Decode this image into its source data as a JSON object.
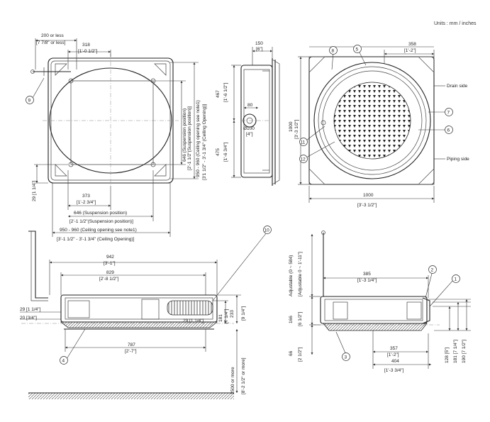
{
  "units_note": "Units : mm / inches",
  "dims": {
    "d200": "200 or less",
    "d200i": "[7 7/8\" or less]",
    "d318": "318",
    "d318i": "[1'-0 1/2\"]",
    "d150": "150",
    "d150i": "[6\"]",
    "d358": "358",
    "d358i": "[1'-2\"]",
    "d467": "467",
    "d467i": "[1'-6 1/2\"]",
    "d80": "80",
    "d100": "Ø100",
    "d100i": "[4\"]",
    "d475": "475",
    "d475i": "[1'-6 3/4\"]",
    "d1000v": "1000",
    "d1000vi": "[3'-3 1/2\"]",
    "d1000h": "1000",
    "d1000hi": "[3'-3 1/2\"]",
    "d646v": "646 (Suspension position)",
    "d646vi": "[2'-1 1/2\"(Suspension position)]",
    "d950v": "950 - 960 (Ceiling opening see note1)",
    "d950vi": "[3'1 1/2\" - 3'-1 3/4\" (Ceiling Opening)]",
    "d29a": "29 [1 1/4\"]",
    "d373": "373",
    "d373i": "[1'-2 3/4\"]",
    "d646h": "646 (Suspension position)",
    "d646hi": "[2'-1 1/2\"(Suspension position)]",
    "d950h": "950 - 960 (Ceiling opening see note1)",
    "d950hi": "[3'-1 1/2\" - 3'-1 3/4\" (Ceiling Opening)]",
    "d942": "942",
    "d942i": "[3'-1\"]",
    "d829": "829",
    "d829i": "[2'-8 1/2\"]",
    "d29b": "29 [1 1/4\"]",
    "d20": "20 [3/4\"]",
    "d29c": "29 [1 1/4\"]",
    "d181": "181",
    "d181i": "[7 1/4\"]",
    "d233": "233",
    "d233i": "[9 1/4\"]",
    "d787": "787",
    "d787i": "[2'-7\"]",
    "d2500": "2500 or more",
    "d2500i": "[8'-2 1/2\" or more]",
    "dadj": "Adjustable (0 ~ 584)",
    "dadji": "[Adjustable 0 ~ 1'-11\"]",
    "d385": "385",
    "d385i": "[1'-3 1/4\"]",
    "d166": "166",
    "d166i": "[6 1/2\"]",
    "d66": "66",
    "d66i": "[2 1/2\"]",
    "d357": "357",
    "d357i": "[1'-2\"]",
    "d404": "404",
    "d404i": "[1'-3 3/4\"]",
    "d128": "128 [5\"]",
    "d181b": "181 [7 1/4\"]",
    "d190": "190 [7 1/2\"]"
  },
  "labels": {
    "drain_side": "Drain side",
    "piping_side": "Piping side"
  },
  "callouts": {
    "n1": "1",
    "n2": "2",
    "n3": "3",
    "n4": "4",
    "n5": "5",
    "n6": "6",
    "n7": "7",
    "n8": "8",
    "n9": "9",
    "n10": "10",
    "n11": "11",
    "n12": "12"
  }
}
